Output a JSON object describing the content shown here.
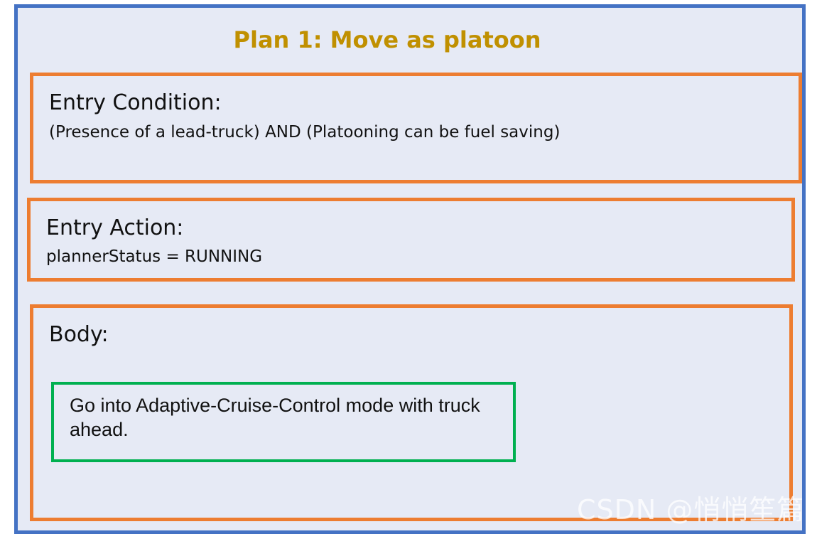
{
  "plan": {
    "title": "Plan 1: Move as platoon"
  },
  "entry_condition": {
    "label": "Entry Condition:",
    "text": "(Presence of a lead-truck) AND (Platooning can be fuel saving)"
  },
  "entry_action": {
    "label": "Entry Action:",
    "text": "plannerStatus = RUNNING"
  },
  "body": {
    "label": "Body:",
    "action": "Go into Adaptive-Cruise-Control mode with truck ahead."
  },
  "watermark": "CSDN @悄悄笙篇",
  "colors": {
    "frame_border": "#4472c4",
    "frame_fill": "#e6eaf5",
    "section_border": "#ed7d31",
    "action_border": "#00b050",
    "title_color": "#c09000"
  }
}
